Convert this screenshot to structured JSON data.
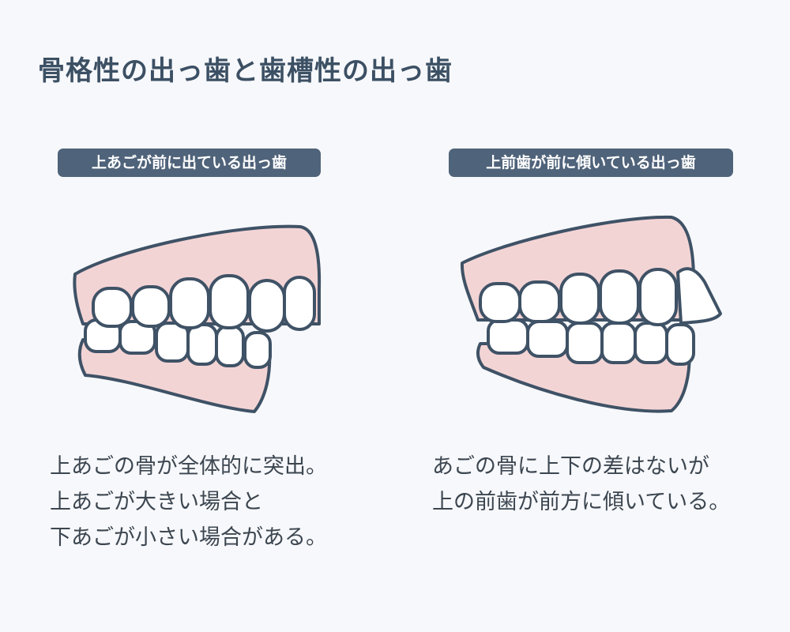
{
  "title": "骨格性の出っ歯と歯槽性の出っ歯",
  "colors": {
    "gum": "#f3d4d5",
    "outline": "#3f5266",
    "tooth": "#ffffff",
    "badge": "#4f637a"
  },
  "panels": [
    {
      "badge": "上あごが前に出ている出っ歯",
      "lines": [
        "上あごの骨が全体的に突出。",
        "上あごが大きい場合と",
        "下あごが小さい場合がある。"
      ]
    },
    {
      "badge": "上前歯が前に傾いている出っ歯",
      "lines": [
        "あごの骨に上下の差はないが",
        "上の前歯が前方に傾いている。"
      ]
    }
  ]
}
